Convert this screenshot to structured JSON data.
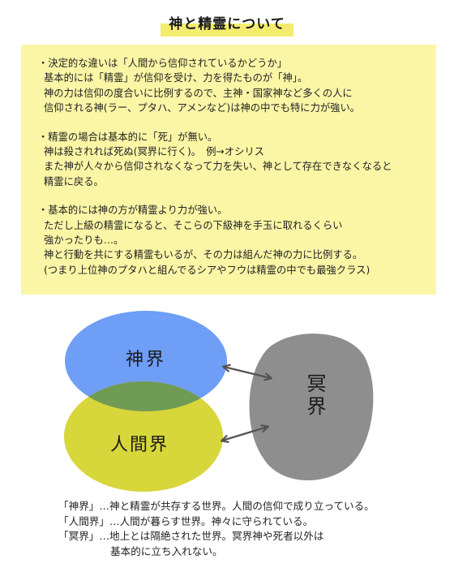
{
  "title": "神と精霊について",
  "note": {
    "paragraphs": [
      {
        "lines": [
          "・決定的な違いは「人間から信仰されているかどうか」",
          "基本的には「精霊」が信仰を受け、力を得たものが「神」。",
          "神の力は信仰の度合いに比例するので、主神・国家神など多くの人に",
          "信仰される神(ラー、プタハ、アメンなど)は神の中でも特に力が強い。"
        ]
      },
      {
        "lines": [
          "・精霊の場合は基本的に「死」が無い。",
          "神は殺されれば死ぬ(冥界に行く)。　例→オシリス",
          "また神が人々から信仰されなくなって力を失い、神として存在できなくなると",
          "精霊に戻る。"
        ]
      },
      {
        "lines": [
          "・基本的には神の方が精霊より力が強い。",
          "ただし上級の精霊になると、そこらの下級神を手玉に取れるくらい",
          "強かったりも…。",
          "神と行動を共にする精霊もいるが、その力は組んだ神の力に比例する。",
          "(つまり上位神のプタハと組んでるシアやフウは精霊の中でも最強クラス)"
        ]
      }
    ]
  },
  "diagram": {
    "kamikai": "神界",
    "ningenkai": "人間界",
    "meikai": "冥界",
    "colors": {
      "kamikai": "#6e9ef5",
      "ningenkai": "#d7d63a",
      "overlap": "#6f9b55",
      "meikai": "#8e8e8e",
      "arrow": "#555555"
    }
  },
  "legend": {
    "line1": "「神界」…神と精霊が共存する世界。人間の信仰で成り立っている。",
    "line2": "「人間界」…人間が暮らす世界。神々に守られている。",
    "line3": "「冥界」…地上とは隔絶された世界。冥界神や死者以外は",
    "line4": "基本的に立ち入れない。"
  }
}
